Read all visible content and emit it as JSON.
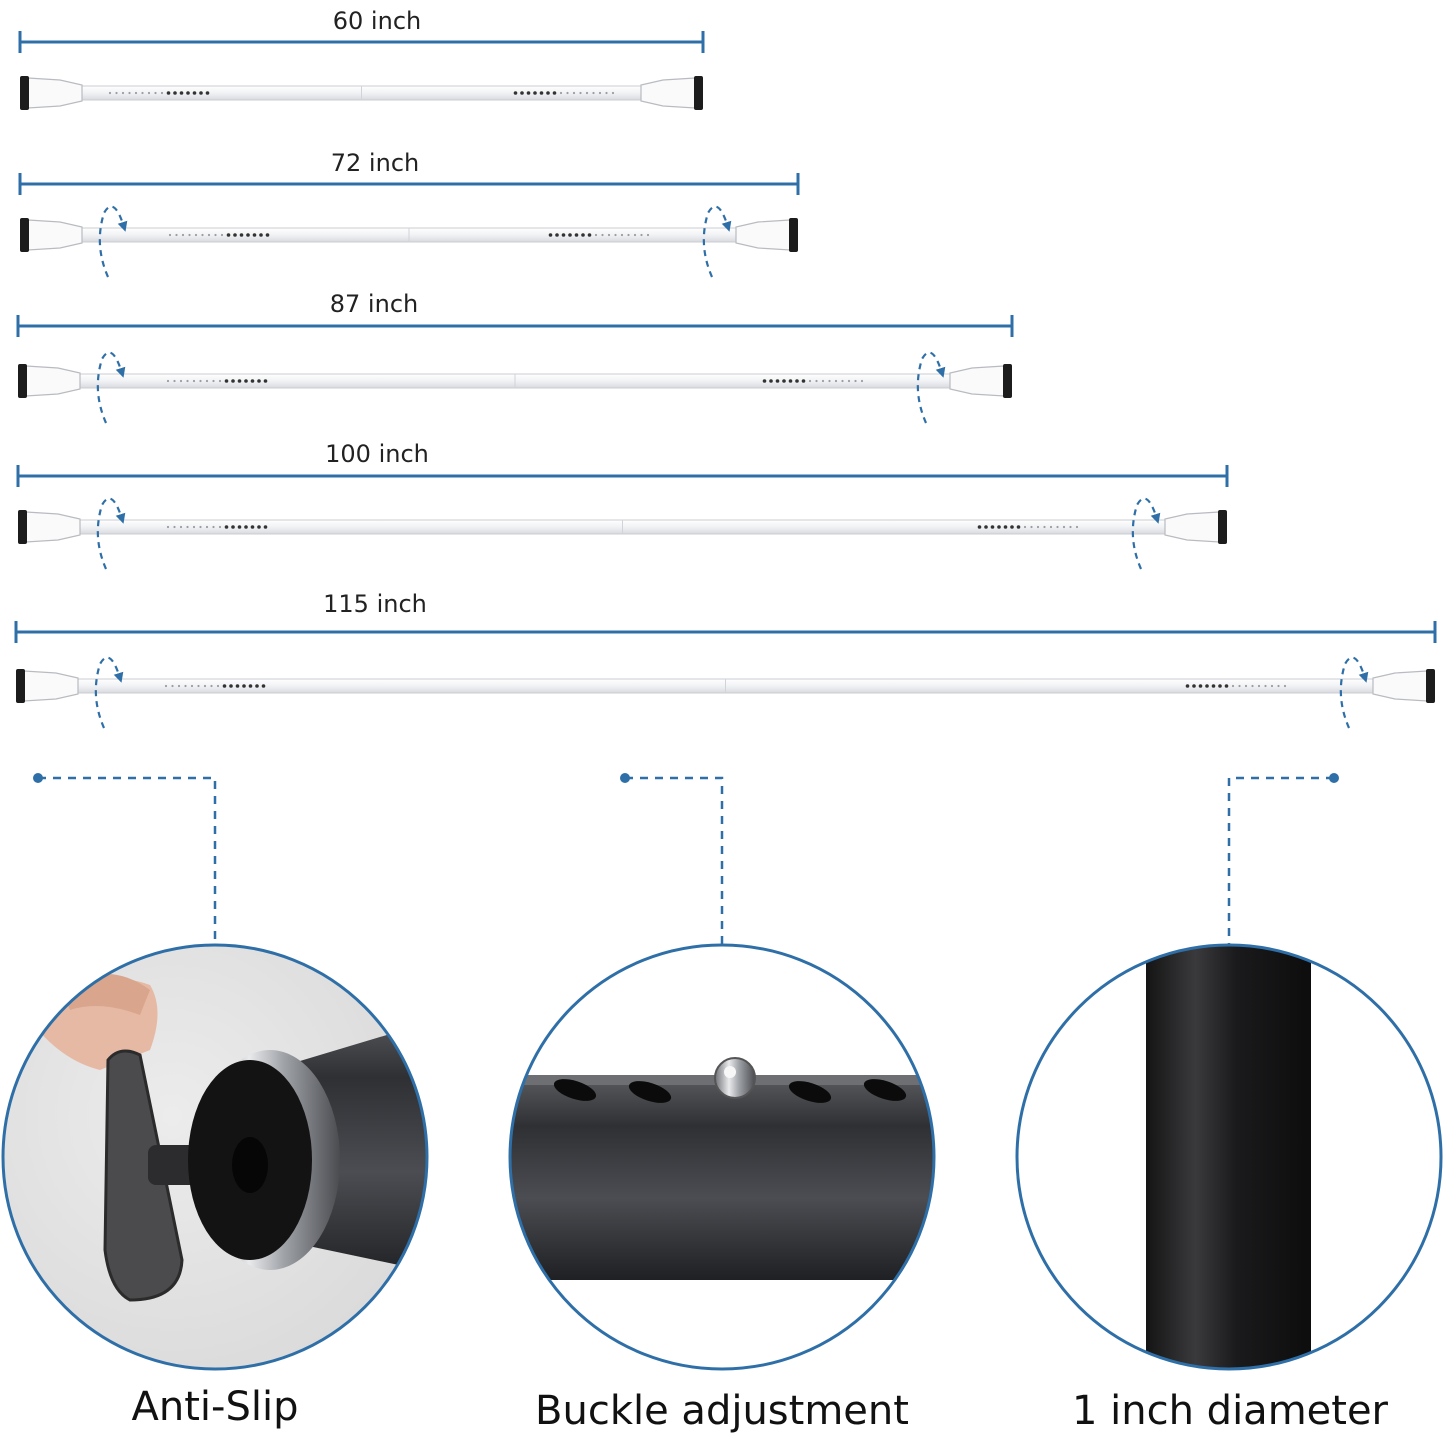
{
  "colors": {
    "accent": "#2f6fa8",
    "rod": "#f3f4f6",
    "rod_outline": "#c9ccd1",
    "end_cap": "#1c1c1c",
    "text": "#111111"
  },
  "rods": [
    {
      "label": "60 inch"
    },
    {
      "label": "72 inch"
    },
    {
      "label": "87 inch"
    },
    {
      "label": "100 inch"
    },
    {
      "label": "115 inch"
    }
  ],
  "features": [
    {
      "label": "Anti-Slip",
      "icon": "anti-slip-end-cap-closeup"
    },
    {
      "label": "Buckle adjustment",
      "icon": "buckle-holes-closeup"
    },
    {
      "label": "1 inch diameter",
      "icon": "rod-diameter-closeup"
    }
  ]
}
